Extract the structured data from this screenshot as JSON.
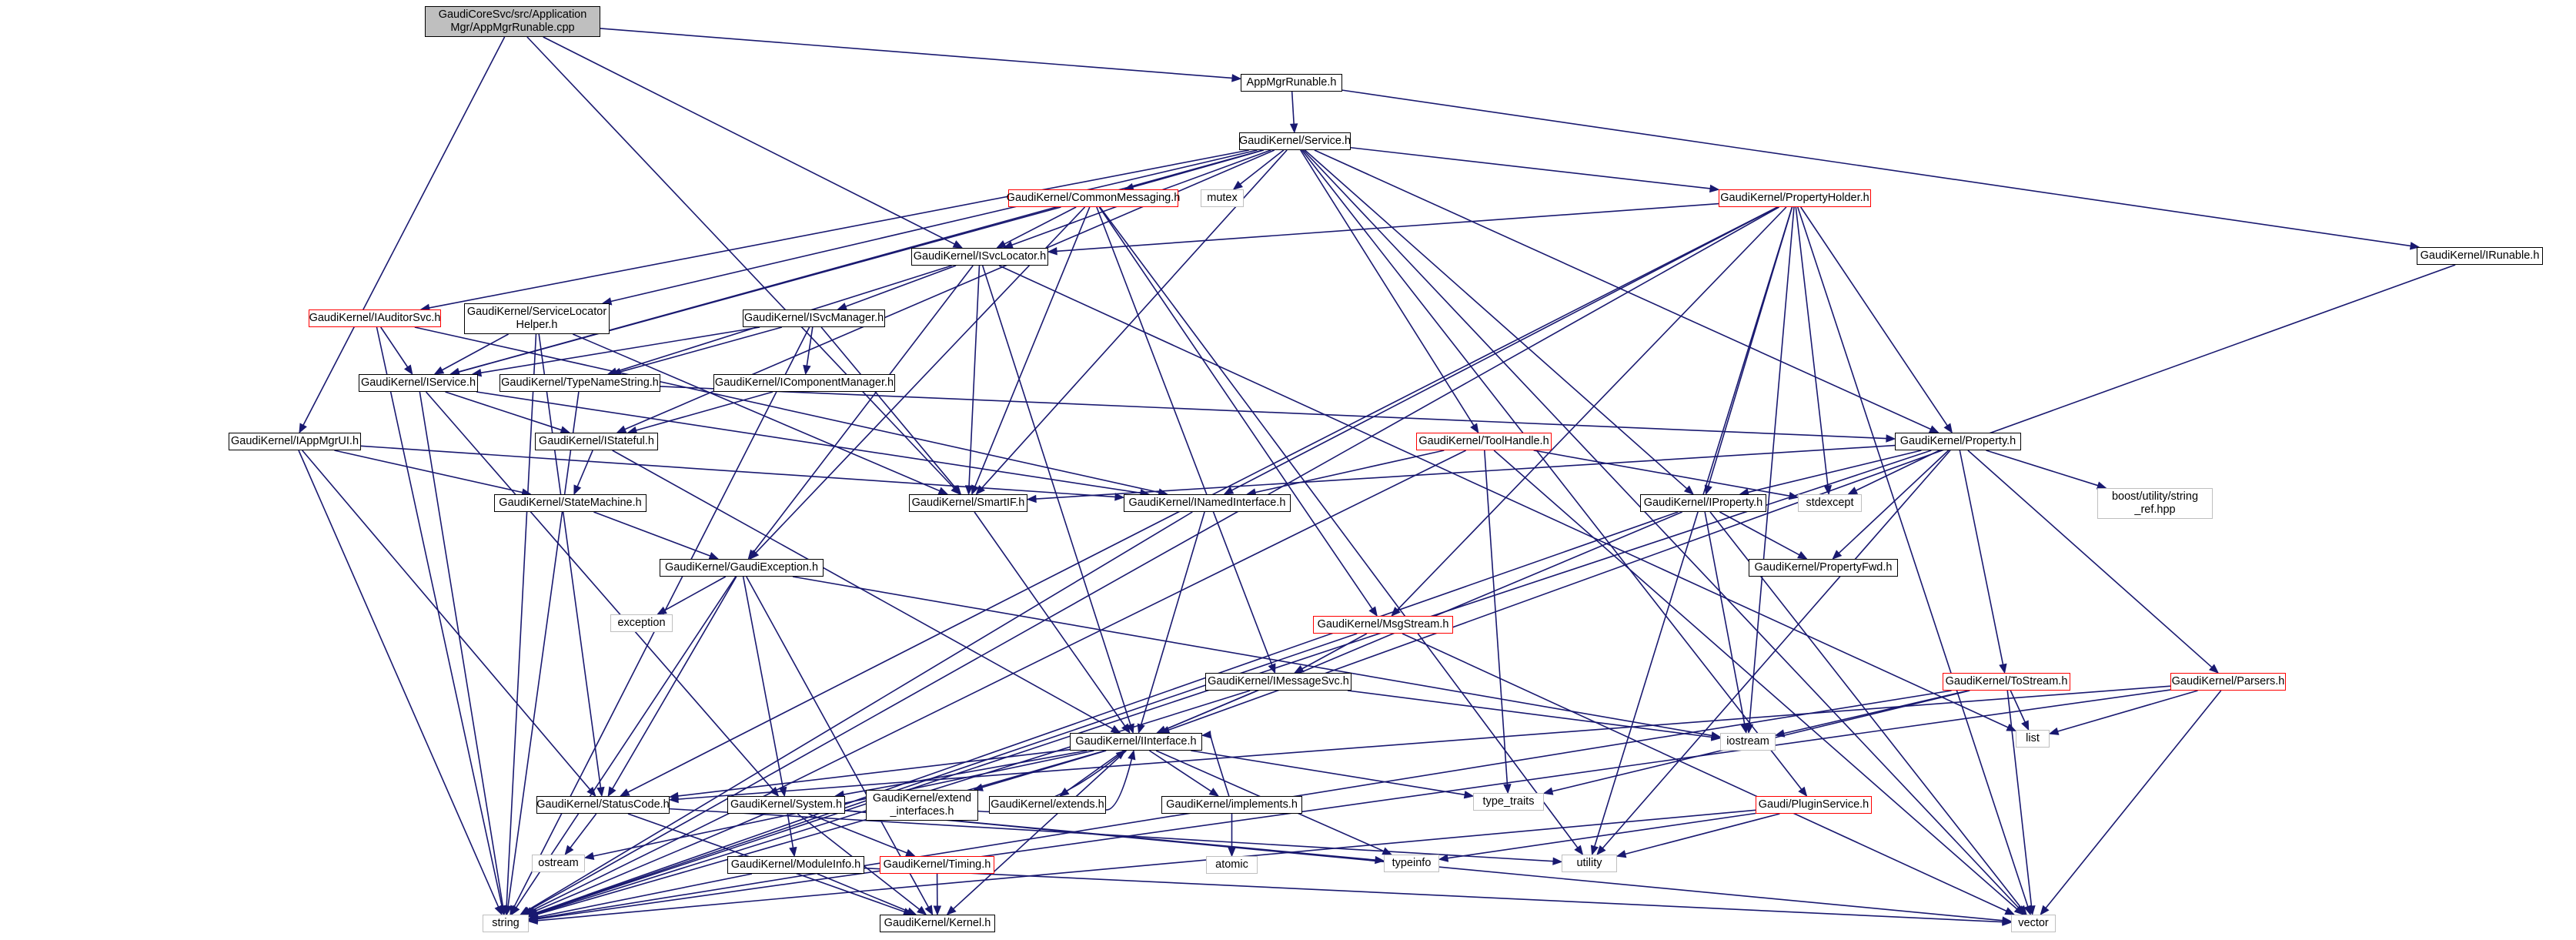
{
  "colors": {
    "edge": "#191970",
    "border_default": "#000000",
    "border_incomplete": "#ff0000",
    "border_external": "#bfbfbf",
    "root_fill": "#bfbfbf"
  },
  "graph": {
    "root": "n_root",
    "nodes": [
      {
        "id": "n_root",
        "label": "GaudiCoreSvc/src/Application\nMgr/AppMgrRunable.cpp",
        "style": "root"
      },
      {
        "id": "n_appmgrrunable",
        "label": "AppMgrRunable.h",
        "style": "default"
      },
      {
        "id": "n_service",
        "label": "GaudiKernel/Service.h",
        "style": "default"
      },
      {
        "id": "n_irunable",
        "label": "GaudiKernel/IRunable.h",
        "style": "default"
      },
      {
        "id": "n_commonmsg",
        "label": "GaudiKernel/CommonMessaging.h",
        "style": "incomplete"
      },
      {
        "id": "n_mutex",
        "label": "mutex",
        "style": "external"
      },
      {
        "id": "n_propholder",
        "label": "GaudiKernel/PropertyHolder.h",
        "style": "incomplete"
      },
      {
        "id": "n_isvclocator",
        "label": "GaudiKernel/ISvcLocator.h",
        "style": "default"
      },
      {
        "id": "n_iauditorsvc",
        "label": "GaudiKernel/IAuditorSvc.h",
        "style": "incomplete"
      },
      {
        "id": "n_svclochelper",
        "label": "GaudiKernel/ServiceLocator\nHelper.h",
        "style": "default"
      },
      {
        "id": "n_isvcmanager",
        "label": "GaudiKernel/ISvcManager.h",
        "style": "default"
      },
      {
        "id": "n_iservice",
        "label": "GaudiKernel/IService.h",
        "style": "default"
      },
      {
        "id": "n_typenamestring",
        "label": "GaudiKernel/TypeNameString.h",
        "style": "default"
      },
      {
        "id": "n_icompmgr",
        "label": "GaudiKernel/IComponentManager.h",
        "style": "default"
      },
      {
        "id": "n_iappmgrui",
        "label": "GaudiKernel/IAppMgrUI.h",
        "style": "default"
      },
      {
        "id": "n_istateful",
        "label": "GaudiKernel/IStateful.h",
        "style": "default"
      },
      {
        "id": "n_toolhandle",
        "label": "GaudiKernel/ToolHandle.h",
        "style": "incomplete"
      },
      {
        "id": "n_property",
        "label": "GaudiKernel/Property.h",
        "style": "default"
      },
      {
        "id": "n_smartif",
        "label": "GaudiKernel/SmartIF.h",
        "style": "default"
      },
      {
        "id": "n_inamedif",
        "label": "GaudiKernel/INamedInterface.h",
        "style": "default"
      },
      {
        "id": "n_stdexcept",
        "label": "stdexcept",
        "style": "external"
      },
      {
        "id": "n_boostref",
        "label": "boost/utility/string\n_ref.hpp",
        "style": "external"
      },
      {
        "id": "n_statemachine",
        "label": "GaudiKernel/StateMachine.h",
        "style": "default"
      },
      {
        "id": "n_iproperty",
        "label": "GaudiKernel/IProperty.h",
        "style": "default"
      },
      {
        "id": "n_gaudiexc",
        "label": "GaudiKernel/GaudiException.h",
        "style": "default"
      },
      {
        "id": "n_propfwd",
        "label": "GaudiKernel/PropertyFwd.h",
        "style": "default"
      },
      {
        "id": "n_exception",
        "label": "exception",
        "style": "external"
      },
      {
        "id": "n_msgstream",
        "label": "GaudiKernel/MsgStream.h",
        "style": "incomplete"
      },
      {
        "id": "n_imessagesvc",
        "label": "GaudiKernel/IMessageSvc.h",
        "style": "default"
      },
      {
        "id": "n_tostream",
        "label": "GaudiKernel/ToStream.h",
        "style": "incomplete"
      },
      {
        "id": "n_parsers",
        "label": "GaudiKernel/Parsers.h",
        "style": "incomplete"
      },
      {
        "id": "n_iinterface",
        "label": "GaudiKernel/IInterface.h",
        "style": "default"
      },
      {
        "id": "n_iostream",
        "label": "iostream",
        "style": "external"
      },
      {
        "id": "n_list",
        "label": "list",
        "style": "external"
      },
      {
        "id": "n_statuscode",
        "label": "GaudiKernel/StatusCode.h",
        "style": "default"
      },
      {
        "id": "n_system",
        "label": "GaudiKernel/System.h",
        "style": "default"
      },
      {
        "id": "n_extendif",
        "label": "GaudiKernel/extend\n_interfaces.h",
        "style": "default"
      },
      {
        "id": "n_extends",
        "label": "GaudiKernel/extends.h",
        "style": "default"
      },
      {
        "id": "n_implements",
        "label": "GaudiKernel/implements.h",
        "style": "default"
      },
      {
        "id": "n_typetraits",
        "label": "type_traits",
        "style": "external"
      },
      {
        "id": "n_pluginsvc",
        "label": "Gaudi/PluginService.h",
        "style": "incomplete"
      },
      {
        "id": "n_ostream",
        "label": "ostream",
        "style": "external"
      },
      {
        "id": "n_typeinfo",
        "label": "typeinfo",
        "style": "external"
      },
      {
        "id": "n_utility",
        "label": "utility",
        "style": "external"
      },
      {
        "id": "n_atomic",
        "label": "atomic",
        "style": "external"
      },
      {
        "id": "n_moduleinfo",
        "label": "GaudiKernel/ModuleInfo.h",
        "style": "default"
      },
      {
        "id": "n_timing",
        "label": "GaudiKernel/Timing.h",
        "style": "incomplete"
      },
      {
        "id": "n_string",
        "label": "string",
        "style": "external"
      },
      {
        "id": "n_kernel",
        "label": "GaudiKernel/Kernel.h",
        "style": "default"
      },
      {
        "id": "n_vector",
        "label": "vector",
        "style": "external"
      }
    ],
    "edges": [
      [
        "n_root",
        "n_appmgrrunable"
      ],
      [
        "n_root",
        "n_isvclocator"
      ],
      [
        "n_root",
        "n_iappmgrui"
      ],
      [
        "n_root",
        "n_smartif"
      ],
      [
        "n_appmgrrunable",
        "n_service"
      ],
      [
        "n_appmgrrunable",
        "n_irunable"
      ],
      [
        "n_service",
        "n_commonmsg"
      ],
      [
        "n_service",
        "n_mutex"
      ],
      [
        "n_service",
        "n_propholder"
      ],
      [
        "n_service",
        "n_isvclocator"
      ],
      [
        "n_service",
        "n_iauditorsvc"
      ],
      [
        "n_service",
        "n_svclochelper"
      ],
      [
        "n_service",
        "n_iservice"
      ],
      [
        "n_service",
        "n_istateful"
      ],
      [
        "n_service",
        "n_toolhandle"
      ],
      [
        "n_service",
        "n_property"
      ],
      [
        "n_service",
        "n_smartif"
      ],
      [
        "n_service",
        "n_iproperty"
      ],
      [
        "n_service",
        "n_pluginsvc"
      ],
      [
        "n_service",
        "n_vector"
      ],
      [
        "n_irunable",
        "n_iinterface"
      ],
      [
        "n_commonmsg",
        "n_isvclocator"
      ],
      [
        "n_commonmsg",
        "n_iservice"
      ],
      [
        "n_commonmsg",
        "n_smartif"
      ],
      [
        "n_commonmsg",
        "n_imessagesvc"
      ],
      [
        "n_commonmsg",
        "n_msgstream"
      ],
      [
        "n_commonmsg",
        "n_gaudiexc"
      ],
      [
        "n_commonmsg",
        "n_utility"
      ],
      [
        "n_propholder",
        "n_isvclocator"
      ],
      [
        "n_propholder",
        "n_property"
      ],
      [
        "n_propholder",
        "n_iproperty"
      ],
      [
        "n_propholder",
        "n_inamedif"
      ],
      [
        "n_propholder",
        "n_msgstream"
      ],
      [
        "n_propholder",
        "n_stdexcept"
      ],
      [
        "n_propholder",
        "n_iostream"
      ],
      [
        "n_propholder",
        "n_statuscode"
      ],
      [
        "n_propholder",
        "n_string"
      ],
      [
        "n_propholder",
        "n_vector"
      ],
      [
        "n_propholder",
        "n_utility"
      ],
      [
        "n_isvclocator",
        "n_isvcmanager"
      ],
      [
        "n_isvclocator",
        "n_smartif"
      ],
      [
        "n_isvclocator",
        "n_typenamestring"
      ],
      [
        "n_isvclocator",
        "n_iinterface"
      ],
      [
        "n_isvclocator",
        "n_gaudiexc"
      ],
      [
        "n_isvclocator",
        "n_list"
      ],
      [
        "n_iauditorsvc",
        "n_iservice"
      ],
      [
        "n_iauditorsvc",
        "n_string"
      ],
      [
        "n_iauditorsvc",
        "n_inamedif"
      ],
      [
        "n_svclochelper",
        "n_iservice"
      ],
      [
        "n_svclochelper",
        "n_smartif"
      ],
      [
        "n_svclochelper",
        "n_statuscode"
      ],
      [
        "n_svclochelper",
        "n_string"
      ],
      [
        "n_isvcmanager",
        "n_iservice"
      ],
      [
        "n_isvcmanager",
        "n_typenamestring"
      ],
      [
        "n_isvcmanager",
        "n_icompmgr"
      ],
      [
        "n_isvcmanager",
        "n_smartif"
      ],
      [
        "n_isvcmanager",
        "n_string"
      ],
      [
        "n_icompmgr",
        "n_istateful"
      ],
      [
        "n_iservice",
        "n_istateful"
      ],
      [
        "n_iservice",
        "n_inamedif"
      ],
      [
        "n_iservice",
        "n_string"
      ],
      [
        "n_iservice",
        "n_system"
      ],
      [
        "n_typenamestring",
        "n_string"
      ],
      [
        "n_typenamestring",
        "n_property"
      ],
      [
        "n_iappmgrui",
        "n_statemachine"
      ],
      [
        "n_iappmgrui",
        "n_inamedif"
      ],
      [
        "n_iappmgrui",
        "n_statuscode"
      ],
      [
        "n_iappmgrui",
        "n_string"
      ],
      [
        "n_istateful",
        "n_statemachine"
      ],
      [
        "n_istateful",
        "n_iinterface"
      ],
      [
        "n_statemachine",
        "n_gaudiexc"
      ],
      [
        "n_toolhandle",
        "n_inamedif"
      ],
      [
        "n_toolhandle",
        "n_stdexcept"
      ],
      [
        "n_toolhandle",
        "n_typetraits"
      ],
      [
        "n_toolhandle",
        "n_string"
      ],
      [
        "n_toolhandle",
        "n_vector"
      ],
      [
        "n_property",
        "n_smartif"
      ],
      [
        "n_property",
        "n_iproperty"
      ],
      [
        "n_property",
        "n_propfwd"
      ],
      [
        "n_property",
        "n_stdexcept"
      ],
      [
        "n_property",
        "n_boostref"
      ],
      [
        "n_property",
        "n_tostream"
      ],
      [
        "n_property",
        "n_parsers"
      ],
      [
        "n_property",
        "n_string"
      ],
      [
        "n_property",
        "n_utility"
      ],
      [
        "n_smartif",
        "n_iinterface"
      ],
      [
        "n_inamedif",
        "n_iinterface"
      ],
      [
        "n_inamedif",
        "n_string"
      ],
      [
        "n_iproperty",
        "n_propfwd"
      ],
      [
        "n_iproperty",
        "n_iinterface"
      ],
      [
        "n_iproperty",
        "n_iostream"
      ],
      [
        "n_iproperty",
        "n_string"
      ],
      [
        "n_iproperty",
        "n_vector"
      ],
      [
        "n_gaudiexc",
        "n_exception"
      ],
      [
        "n_gaudiexc",
        "n_statuscode"
      ],
      [
        "n_gaudiexc",
        "n_system"
      ],
      [
        "n_gaudiexc",
        "n_kernel"
      ],
      [
        "n_gaudiexc",
        "n_string"
      ],
      [
        "n_gaudiexc",
        "n_iostream"
      ],
      [
        "n_msgstream",
        "n_imessagesvc"
      ],
      [
        "n_msgstream",
        "n_string"
      ],
      [
        "n_msgstream",
        "n_vector"
      ],
      [
        "n_imessagesvc",
        "n_iinterface"
      ],
      [
        "n_imessagesvc",
        "n_iostream"
      ],
      [
        "n_imessagesvc",
        "n_string"
      ],
      [
        "n_tostream",
        "n_iostream"
      ],
      [
        "n_tostream",
        "n_list"
      ],
      [
        "n_tostream",
        "n_string"
      ],
      [
        "n_tostream",
        "n_vector"
      ],
      [
        "n_tostream",
        "n_typetraits"
      ],
      [
        "n_parsers",
        "n_list"
      ],
      [
        "n_parsers",
        "n_statuscode"
      ],
      [
        "n_parsers",
        "n_string"
      ],
      [
        "n_parsers",
        "n_vector"
      ],
      [
        "n_iinterface",
        "n_statuscode"
      ],
      [
        "n_iinterface",
        "n_system"
      ],
      [
        "n_iinterface",
        "n_extendif"
      ],
      [
        "n_iinterface",
        "n_extends"
      ],
      [
        "n_iinterface",
        "n_implements"
      ],
      [
        "n_iinterface",
        "n_typetraits"
      ],
      [
        "n_iinterface",
        "n_typeinfo"
      ],
      [
        "n_iinterface",
        "n_ostream"
      ],
      [
        "n_iinterface",
        "n_kernel"
      ],
      [
        "n_iinterface",
        "n_string"
      ],
      [
        "n_extendif",
        "n_iinterface"
      ],
      [
        "n_extends",
        "n_iinterface"
      ],
      [
        "n_implements",
        "n_iinterface"
      ],
      [
        "n_implements",
        "n_atomic"
      ],
      [
        "n_statuscode",
        "n_ostream"
      ],
      [
        "n_statuscode",
        "n_utility"
      ],
      [
        "n_statuscode",
        "n_kernel"
      ],
      [
        "n_system",
        "n_moduleinfo"
      ],
      [
        "n_system",
        "n_timing"
      ],
      [
        "n_system",
        "n_kernel"
      ],
      [
        "n_system",
        "n_string"
      ],
      [
        "n_system",
        "n_typeinfo"
      ],
      [
        "n_system",
        "n_vector"
      ],
      [
        "n_moduleinfo",
        "n_kernel"
      ],
      [
        "n_moduleinfo",
        "n_string"
      ],
      [
        "n_moduleinfo",
        "n_vector"
      ],
      [
        "n_timing",
        "n_kernel"
      ],
      [
        "n_pluginsvc",
        "n_string"
      ],
      [
        "n_pluginsvc",
        "n_typeinfo"
      ],
      [
        "n_pluginsvc",
        "n_utility"
      ]
    ]
  }
}
